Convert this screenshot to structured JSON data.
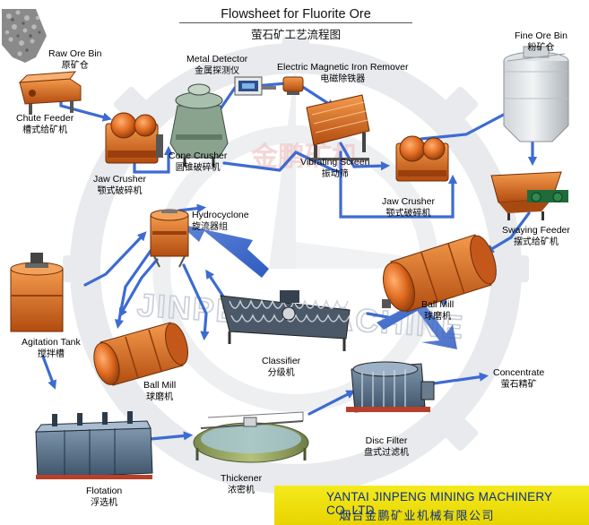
{
  "title": {
    "en": "Flowsheet for Fluorite Ore",
    "zh": "萤石矿工艺流程图"
  },
  "labels": {
    "raw_ore_bin": {
      "en": "Raw Ore Bin",
      "zh": "原矿仓"
    },
    "chute_feeder": {
      "en": "Chute Feeder",
      "zh": "槽式给矿机"
    },
    "jaw_crusher_1": {
      "en": "Jaw Crusher",
      "zh": "颚式破碎机"
    },
    "cone_crusher": {
      "en": "Cone Crusher",
      "zh": "圆锥破碎机"
    },
    "metal_detector": {
      "en": "Metal Detector",
      "zh": "金属探测仪"
    },
    "iron_remover": {
      "en": "Electric Magnetic Iron Remover",
      "zh": "电磁除铁器"
    },
    "vibrating_screen": {
      "en": "Vibrating Screen",
      "zh": "振动筛"
    },
    "jaw_crusher_2": {
      "en": "Jaw Crusher",
      "zh": "颚式破碎机"
    },
    "fine_ore_bin": {
      "en": "Fine Ore Bin",
      "zh": "粉矿仓"
    },
    "swaying_feeder": {
      "en": "Swaying Feeder",
      "zh": "摆式给矿机"
    },
    "hydrocyclone": {
      "en": "Hydrocyclone",
      "zh": "旋流器组"
    },
    "ball_mill_1": {
      "en": "Ball Mill",
      "zh": "球磨机"
    },
    "agitation_tank": {
      "en": "Agitation Tank",
      "zh": "搅拌槽"
    },
    "ball_mill_2": {
      "en": "Ball Mill",
      "zh": "球磨机"
    },
    "classifier": {
      "en": "Classifier",
      "zh": "分级机"
    },
    "disc_filter": {
      "en": "Disc Filter",
      "zh": "盘式过滤机"
    },
    "concentrate": {
      "en": "Concentrate",
      "zh": "萤石精矿"
    },
    "flotation": {
      "en": "Flotation",
      "zh": "浮选机"
    },
    "thickener": {
      "en": "Thickener",
      "zh": "浓密机"
    }
  },
  "watermark": {
    "brand_en": "JINPENG MACHINE",
    "brand_zh": "金鹏矿机"
  },
  "footer": {
    "company_en": "YANTAI JINPENG MINING MACHINERY CO.,LTD",
    "company_zh": "烟台金鹏矿业机械有限公司"
  },
  "colors": {
    "flow_line": "#2f63c9",
    "machine_orange": "#d9631e",
    "footer_bg": "#f0e014",
    "footer_text": "#0b2f86",
    "watermark": "#c7ccd6"
  }
}
